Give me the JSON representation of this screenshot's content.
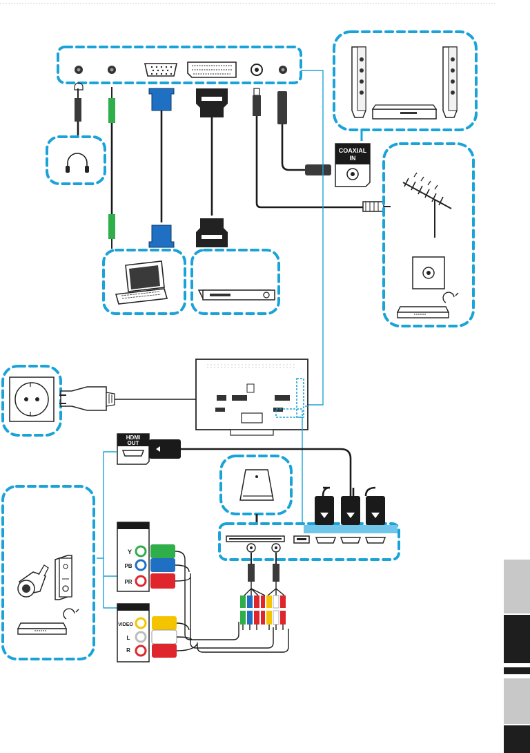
{
  "labels": {
    "hdmi_out": [
      "HDMI",
      "OUT"
    ],
    "coaxial_in": [
      "COAXIAL",
      "IN"
    ],
    "component": {
      "y": "Y",
      "pb": "PB",
      "pr": "PR"
    },
    "composite": {
      "video": "VIDEO",
      "l": "L",
      "r": "R"
    }
  },
  "colors": {
    "dash_blue": "#1aa3d9",
    "port_strip": "#6fc6ea",
    "green_plug": "#2fae4a",
    "blue_plug": "#1f6fc2",
    "red_plug": "#e0262d",
    "yellow_plug": "#f5c400",
    "side_tab_light": "#c8c8c8",
    "side_tab_dark": "#1e1e1e"
  },
  "icons": [
    "headphones-icon",
    "laptop-icon",
    "dvd-player-icon",
    "home-theater-icon",
    "antenna-icon",
    "satellite-receiver-icon",
    "wall-socket-icon",
    "tv-back-icon",
    "camcorder-icon",
    "game-console-icon",
    "cam-card-icon"
  ]
}
